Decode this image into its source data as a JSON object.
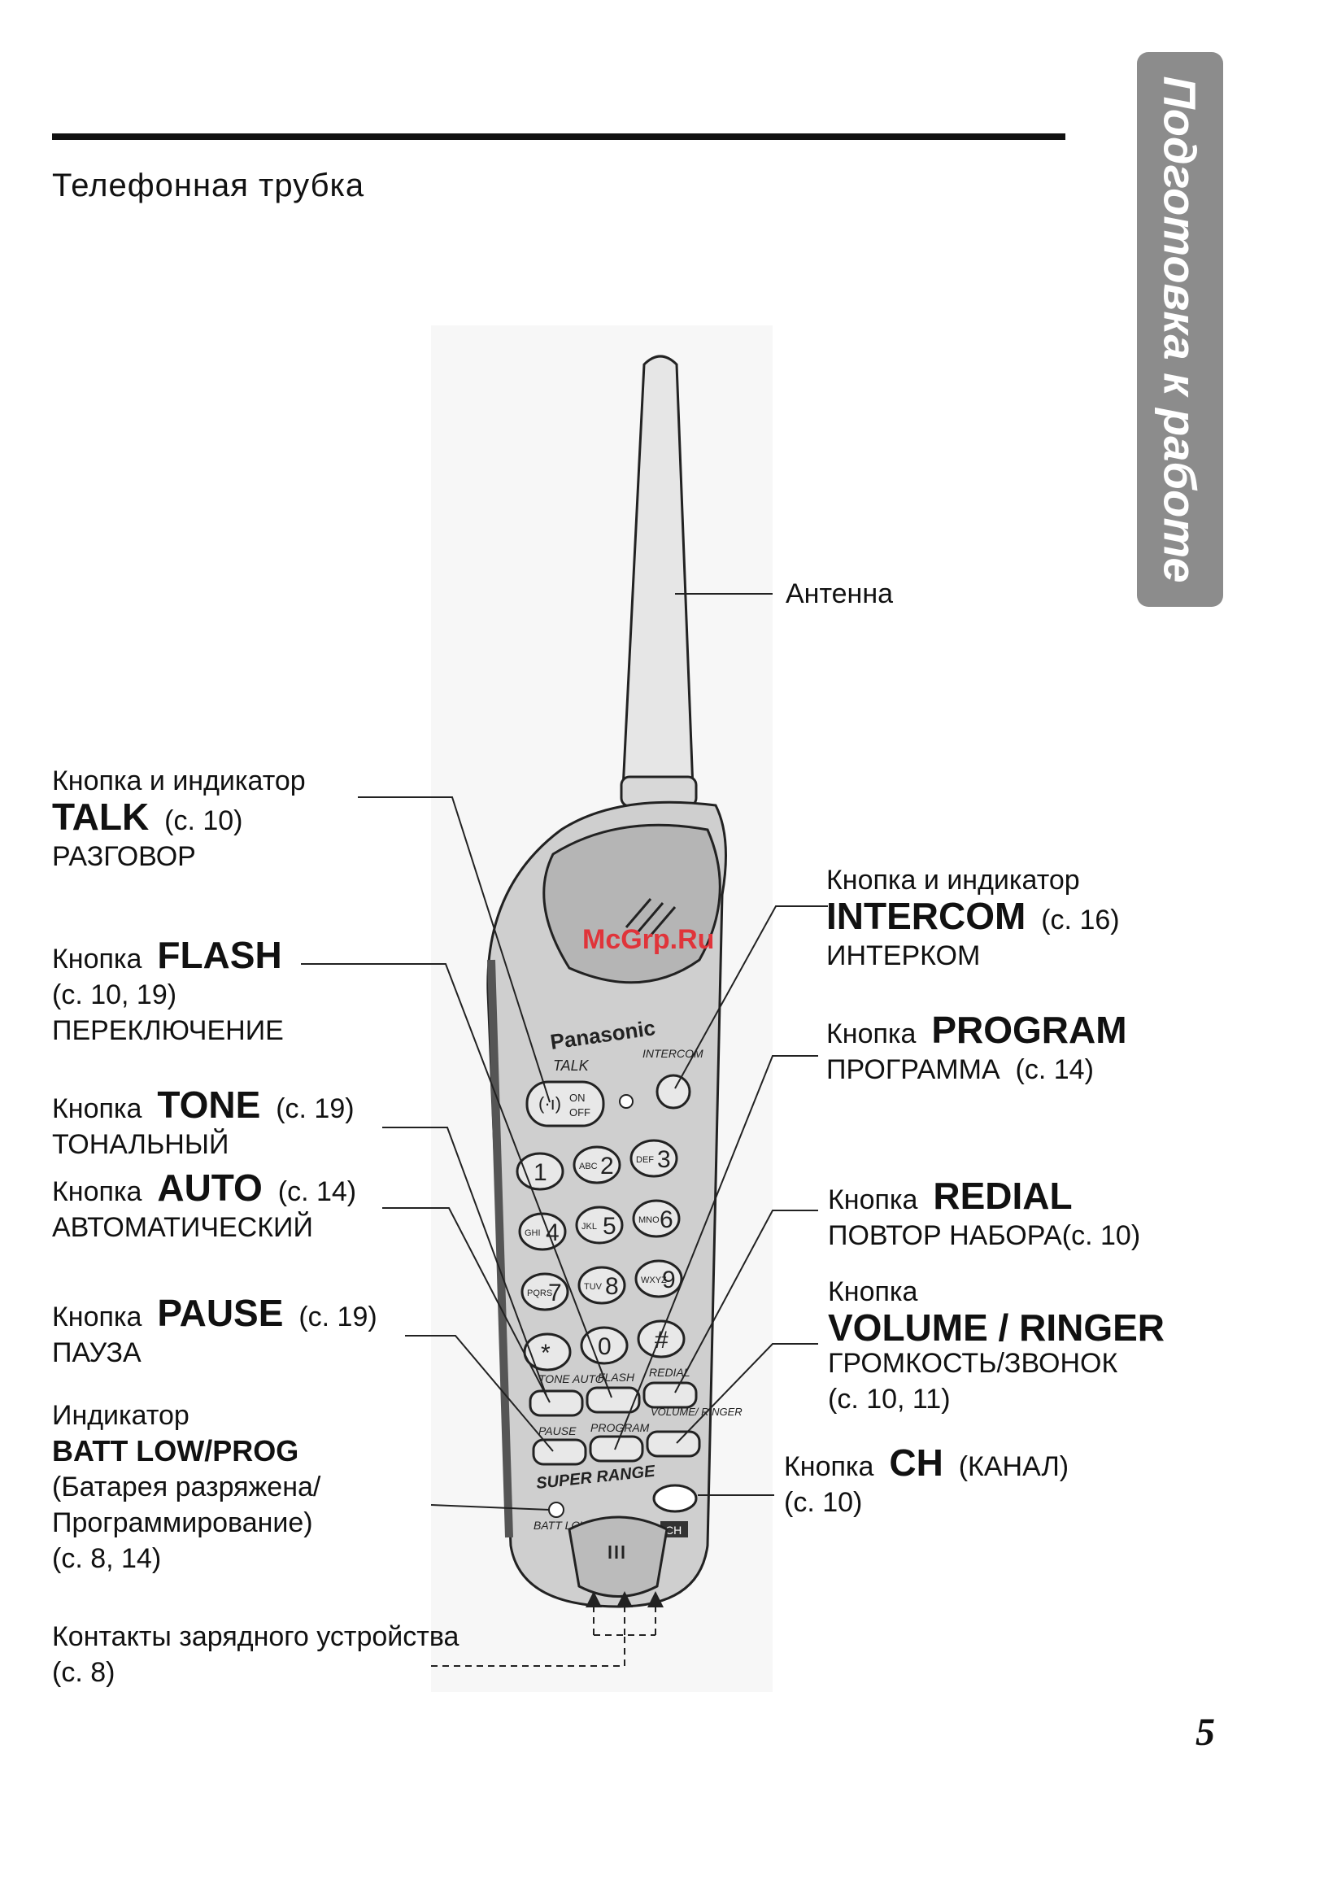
{
  "header": {
    "title": "Телефонная трубка"
  },
  "side_tab": {
    "text": "Подготовка к работе"
  },
  "page_number": "5",
  "watermark": "McGrp.Ru",
  "device": {
    "brand": "Panasonic",
    "talk": "TALK",
    "intercom": "INTERCOM",
    "on": "ON",
    "off": "OFF",
    "keys": [
      {
        "digit": "1",
        "letters": ""
      },
      {
        "digit": "2",
        "letters": "ABC"
      },
      {
        "digit": "3",
        "letters": "DEF"
      },
      {
        "digit": "4",
        "letters": "GHI"
      },
      {
        "digit": "5",
        "letters": "JKL"
      },
      {
        "digit": "6",
        "letters": "MNO"
      },
      {
        "digit": "7",
        "letters": "PQRS"
      },
      {
        "digit": "8",
        "letters": "TUV"
      },
      {
        "digit": "9",
        "letters": "WXYZ"
      },
      {
        "digit": "*",
        "letters": ""
      },
      {
        "digit": "0",
        "letters": ""
      },
      {
        "digit": "#",
        "letters": ""
      }
    ],
    "tone_auto": "TONE AUTO",
    "flash": "FLASH",
    "redial": "REDIAL",
    "pause": "PAUSE",
    "program": "PROGRAM",
    "volume_ringer": "VOLUME/ RINGER",
    "super_range": "SUPER RANGE",
    "batt_low_prog": "BATT LOW/ PROG",
    "ch": "CH"
  },
  "labels": {
    "antenna": "Антенна",
    "talk": {
      "prefix": "Кнопка и индикатор",
      "name": "TALK",
      "page": "(с. 10)",
      "ru": "РАЗГОВОР"
    },
    "flash": {
      "prefix": "Кнопка",
      "name": "FLASH",
      "page": "(с. 10, 19)",
      "ru": "ПЕРЕКЛЮЧЕНИЕ"
    },
    "tone": {
      "prefix": "Кнопка",
      "name": "TONE",
      "page": "(с. 19)",
      "ru": "ТОНАЛЬНЫЙ"
    },
    "auto": {
      "prefix": "Кнопка",
      "name": "AUTO",
      "page": "(с. 14)",
      "ru": "АВТОМАТИЧЕСКИЙ"
    },
    "pause": {
      "prefix": "Кнопка",
      "name": "PAUSE",
      "page": "(с. 19)",
      "ru": "ПАУЗА"
    },
    "batt": {
      "prefix": "Индикатор",
      "name": "BATT LOW/PROG",
      "ru1": "(Батарея разряжена/",
      "ru2": "Программирование)",
      "page": "(с. 8, 14)"
    },
    "contacts": {
      "text": "Контакты зарядного устройства",
      "page": "(с. 8)"
    },
    "intercom": {
      "prefix": "Кнопка и индикатор",
      "name": "INTERCOM",
      "page": "(с. 16)",
      "ru": "ИНТЕРКОМ"
    },
    "program": {
      "prefix": "Кнопка",
      "name": "PROGRAM",
      "ru": "ПРОГРАММА",
      "page": "(с. 14)"
    },
    "redial": {
      "prefix": "Кнопка",
      "name": "REDIAL",
      "ru": "ПОВТОР НАБОРА",
      "page": "(с. 10)"
    },
    "volume": {
      "prefix": "Кнопка",
      "name": "VOLUME / RINGER",
      "ru": "ГРОМКОСТЬ/ЗВОНОК",
      "page": "(с. 10, 11)"
    },
    "ch": {
      "prefix": "Кнопка",
      "name": "CH",
      "ru": "(КАНАЛ)",
      "page": "(с. 10)"
    }
  }
}
